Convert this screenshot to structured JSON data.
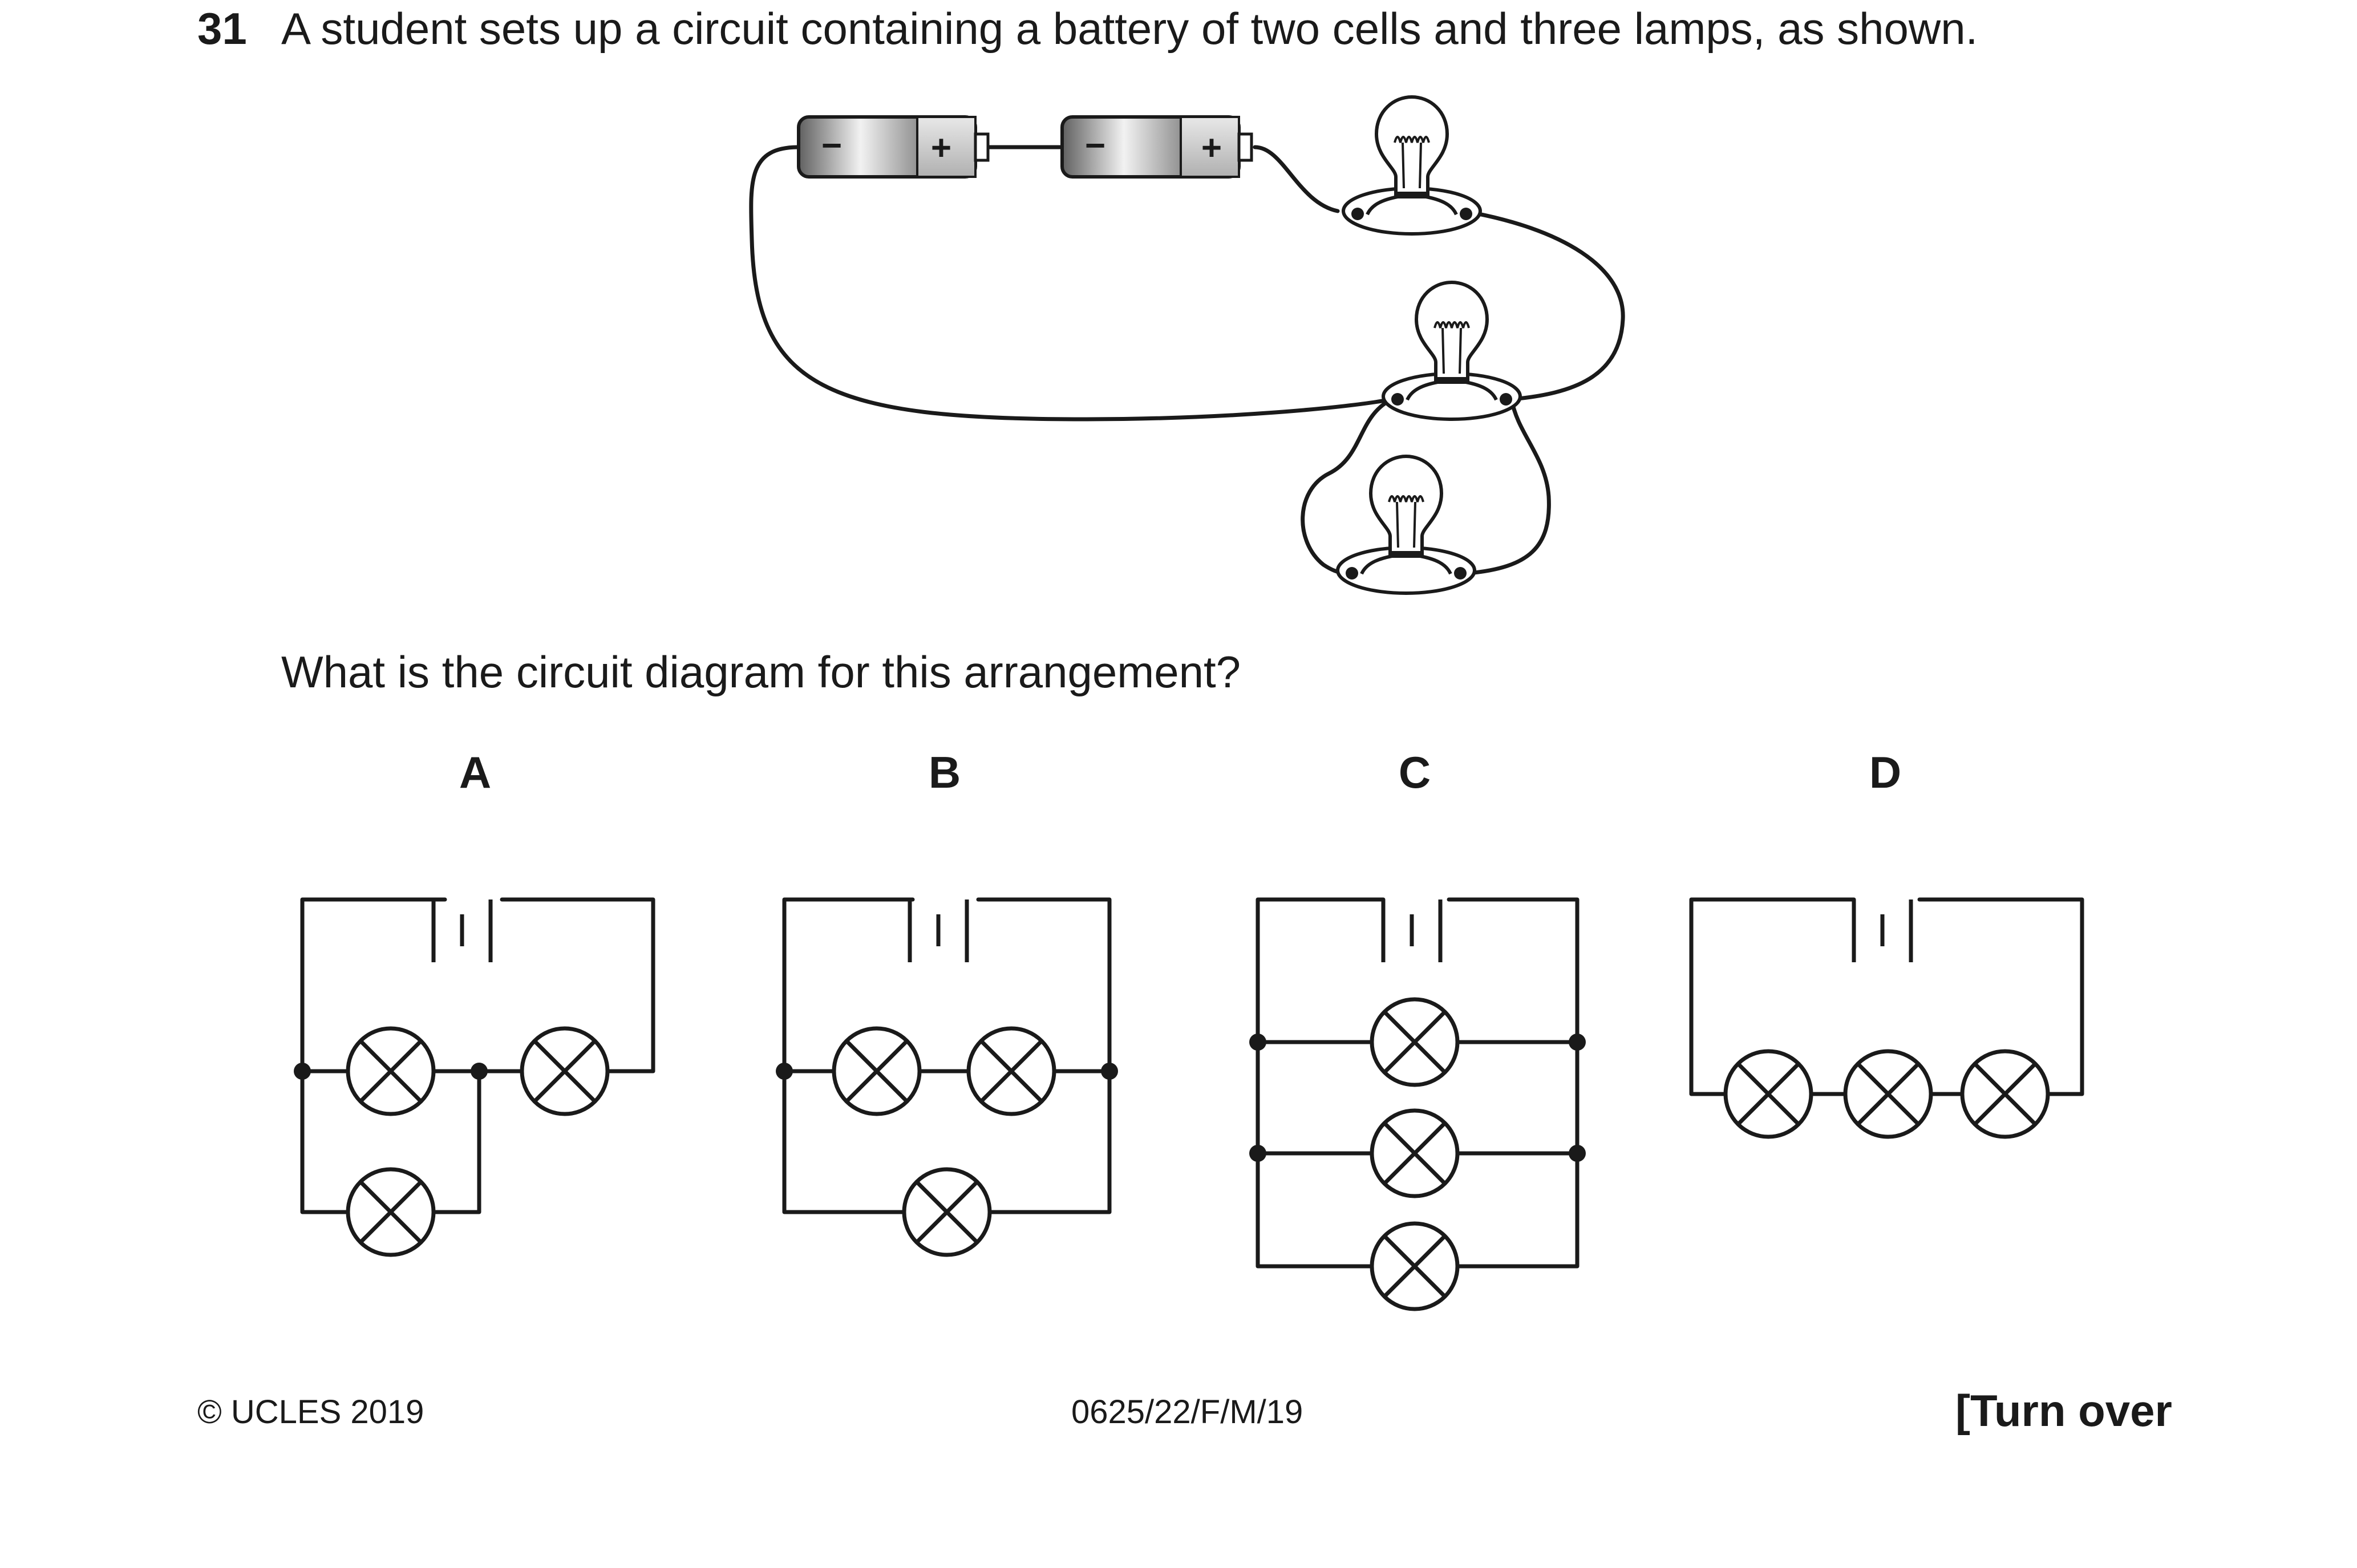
{
  "question": {
    "number": "31",
    "text": "A student sets up a circuit containing a battery of two cells and three lamps, as shown.",
    "prompt": "What is the circuit diagram for this arrangement?"
  },
  "picture": {
    "cells": [
      {
        "minus": "−",
        "plus": "+"
      },
      {
        "minus": "−",
        "plus": "+"
      }
    ]
  },
  "options": [
    {
      "label": "A"
    },
    {
      "label": "B"
    },
    {
      "label": "C"
    },
    {
      "label": "D"
    }
  ],
  "footer": {
    "copyright": "© UCLES 2019",
    "code": "0625/22/F/M/19",
    "turn_over": "[Turn over"
  }
}
